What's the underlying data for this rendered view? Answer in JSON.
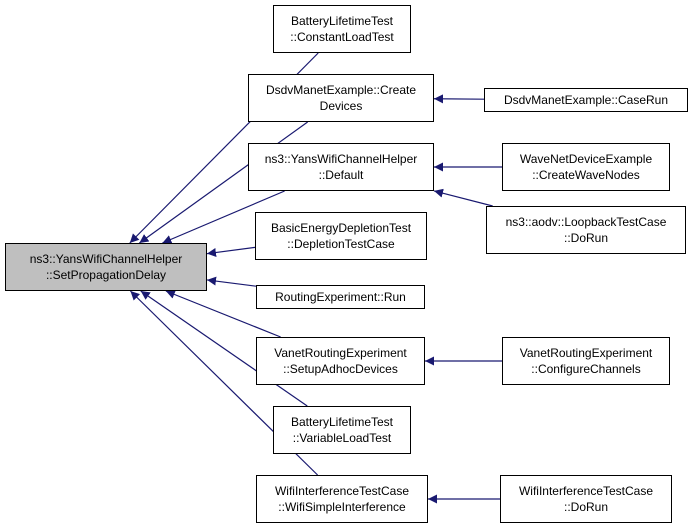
{
  "graph": {
    "root": {
      "line1": "ns3::YansWifiChannelHelper",
      "line2": "::SetPropagationDelay"
    },
    "nodes": {
      "battery_constant": {
        "line1": "BatteryLifetimeTest",
        "line2": "::ConstantLoadTest"
      },
      "dsdv_create": {
        "line1": "DsdvManetExample::Create",
        "line2": "Devices"
      },
      "dsdv_caserun": {
        "line1": "DsdvManetExample::CaseRun"
      },
      "yans_default": {
        "line1": "ns3::YansWifiChannelHelper",
        "line2": "::Default"
      },
      "wave_create": {
        "line1": "WaveNetDeviceExample",
        "line2": "::CreateWaveNodes"
      },
      "aodv_loopback": {
        "line1": "ns3::aodv::LoopbackTestCase",
        "line2": "::DoRun"
      },
      "basic_energy": {
        "line1": "BasicEnergyDepletionTest",
        "line2": "::DepletionTestCase"
      },
      "routing_run": {
        "line1": "RoutingExperiment::Run"
      },
      "vanet_setup": {
        "line1": "VanetRoutingExperiment",
        "line2": "::SetupAdhocDevices"
      },
      "vanet_config": {
        "line1": "VanetRoutingExperiment",
        "line2": "::ConfigureChannels"
      },
      "battery_variable": {
        "line1": "BatteryLifetimeTest",
        "line2": "::VariableLoadTest"
      },
      "wifi_simple": {
        "line1": "WifiInterferenceTestCase",
        "line2": "::WifiSimpleInterference"
      },
      "wifi_dorun": {
        "line1": "WifiInterferenceTestCase",
        "line2": "::DoRun"
      }
    },
    "edges": [
      {
        "from": "battery_constant",
        "to": "root"
      },
      {
        "from": "dsdv_create",
        "to": "root"
      },
      {
        "from": "dsdv_caserun",
        "to": "dsdv_create"
      },
      {
        "from": "yans_default",
        "to": "root"
      },
      {
        "from": "wave_create",
        "to": "yans_default"
      },
      {
        "from": "aodv_loopback",
        "to": "yans_default"
      },
      {
        "from": "basic_energy",
        "to": "root"
      },
      {
        "from": "routing_run",
        "to": "root"
      },
      {
        "from": "vanet_setup",
        "to": "root"
      },
      {
        "from": "vanet_config",
        "to": "vanet_setup"
      },
      {
        "from": "battery_variable",
        "to": "root"
      },
      {
        "from": "wifi_simple",
        "to": "root"
      },
      {
        "from": "wifi_dorun",
        "to": "wifi_simple"
      }
    ],
    "colors": {
      "edge": "#191970",
      "root_fill": "#bfbfbf",
      "node_border": "#000000"
    }
  }
}
